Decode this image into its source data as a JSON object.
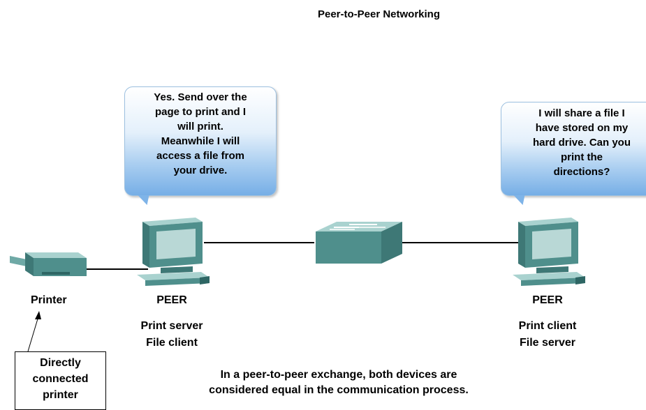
{
  "title": "Peer-to-Peer Networking",
  "bubbles": {
    "left": "Yes. Send over the\npage to print and I\nwill print.\nMeanwhile I will\naccess a file from\nyour drive.",
    "right": "I will share a file I\nhave stored on my\nhard drive. Can you\nprint the\ndirections?"
  },
  "devices": {
    "printer": {
      "label": "Printer"
    },
    "left_peer": {
      "label": "PEER",
      "role_1": "Print server",
      "role_2": "File client"
    },
    "right_peer": {
      "label": "PEER",
      "role_1": "Print client",
      "role_2": "File server"
    }
  },
  "note": "Directly\nconnected\nprinter",
  "caption": {
    "line_1": "In a peer-to-peer exchange, both devices are",
    "line_2": "considered equal in the communication process."
  },
  "colors": {
    "device_teal": "#4f8f8c",
    "device_dark": "#2e6664",
    "device_light": "#8fc3c0",
    "screen": "#b9d8d6",
    "bubble_blue": "#76aee6",
    "line": "#000000"
  }
}
